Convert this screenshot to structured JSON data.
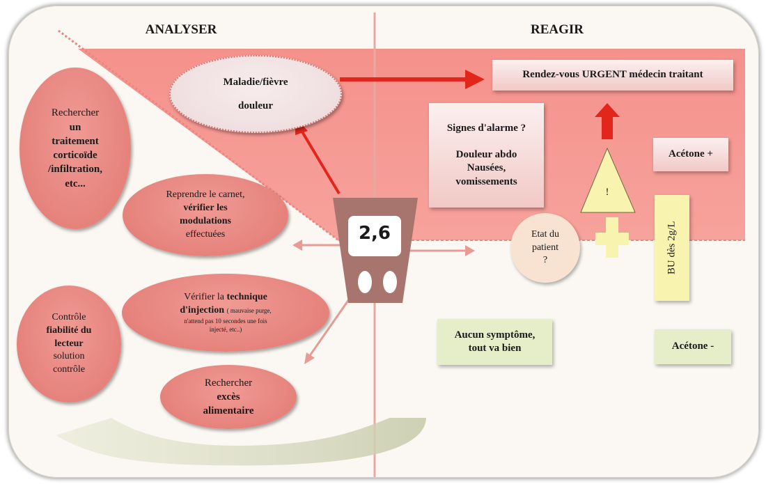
{
  "headers": {
    "left": "ANALYSER",
    "right": "REAGIR"
  },
  "glycemia": {
    "value": "2,6"
  },
  "fever_ellipse": {
    "line1": "Maladie/fièvre",
    "line2": "douleur"
  },
  "urgent_box": {
    "label": "Rendez-vous URGENT médecin traitant"
  },
  "alarm_box": {
    "line1": "Signes d'alarme ?",
    "line2": "Douleur abdo",
    "line3": "Nausées,",
    "line4": "vomissements"
  },
  "acetone_plus": {
    "label": "Acétone +"
  },
  "acetone_minus": {
    "label": "Acétone -"
  },
  "warning": {
    "symbol": "!"
  },
  "bu_box": {
    "label": "BU dès  2g/L"
  },
  "patient_state": {
    "line1": "Etat du",
    "line2": "patient",
    "line3": "?"
  },
  "no_symptom": {
    "line1": "Aucun symptôme,",
    "line2": "tout va bien"
  },
  "cortico": {
    "line1": "Rechercher",
    "line2": "un",
    "line3": "traitement",
    "line4": "corticoïde",
    "line5": "/infiltration,",
    "line6": "etc..."
  },
  "carnet": {
    "line1": "Reprendre le carnet,",
    "line2a": "vérifier",
    "line2b": "les",
    "line3": "modulations",
    "line4": "effectuées"
  },
  "injection": {
    "line1a": "Vérifier la",
    "line1b": "technique",
    "line2a": "d'injection",
    "line2b": "( mauvaise purge,",
    "line3": "n'attend pas 10 secondes une fois",
    "line4": "injecté, etc..)"
  },
  "lecteur": {
    "line1": "Contrôle",
    "line2": "fiabilité du",
    "line3": "lecteur",
    "line4": "solution",
    "line5": "contrôle"
  },
  "exces": {
    "line1": "Rechercher",
    "line2": "excès",
    "line3": "alimentaire"
  },
  "colors": {
    "pink_zone": "#f5908a",
    "ellipse": "#e6827c",
    "green": "#e5eec8",
    "yellow": "#f8f4b0",
    "arrow_red": "#e2261b"
  }
}
